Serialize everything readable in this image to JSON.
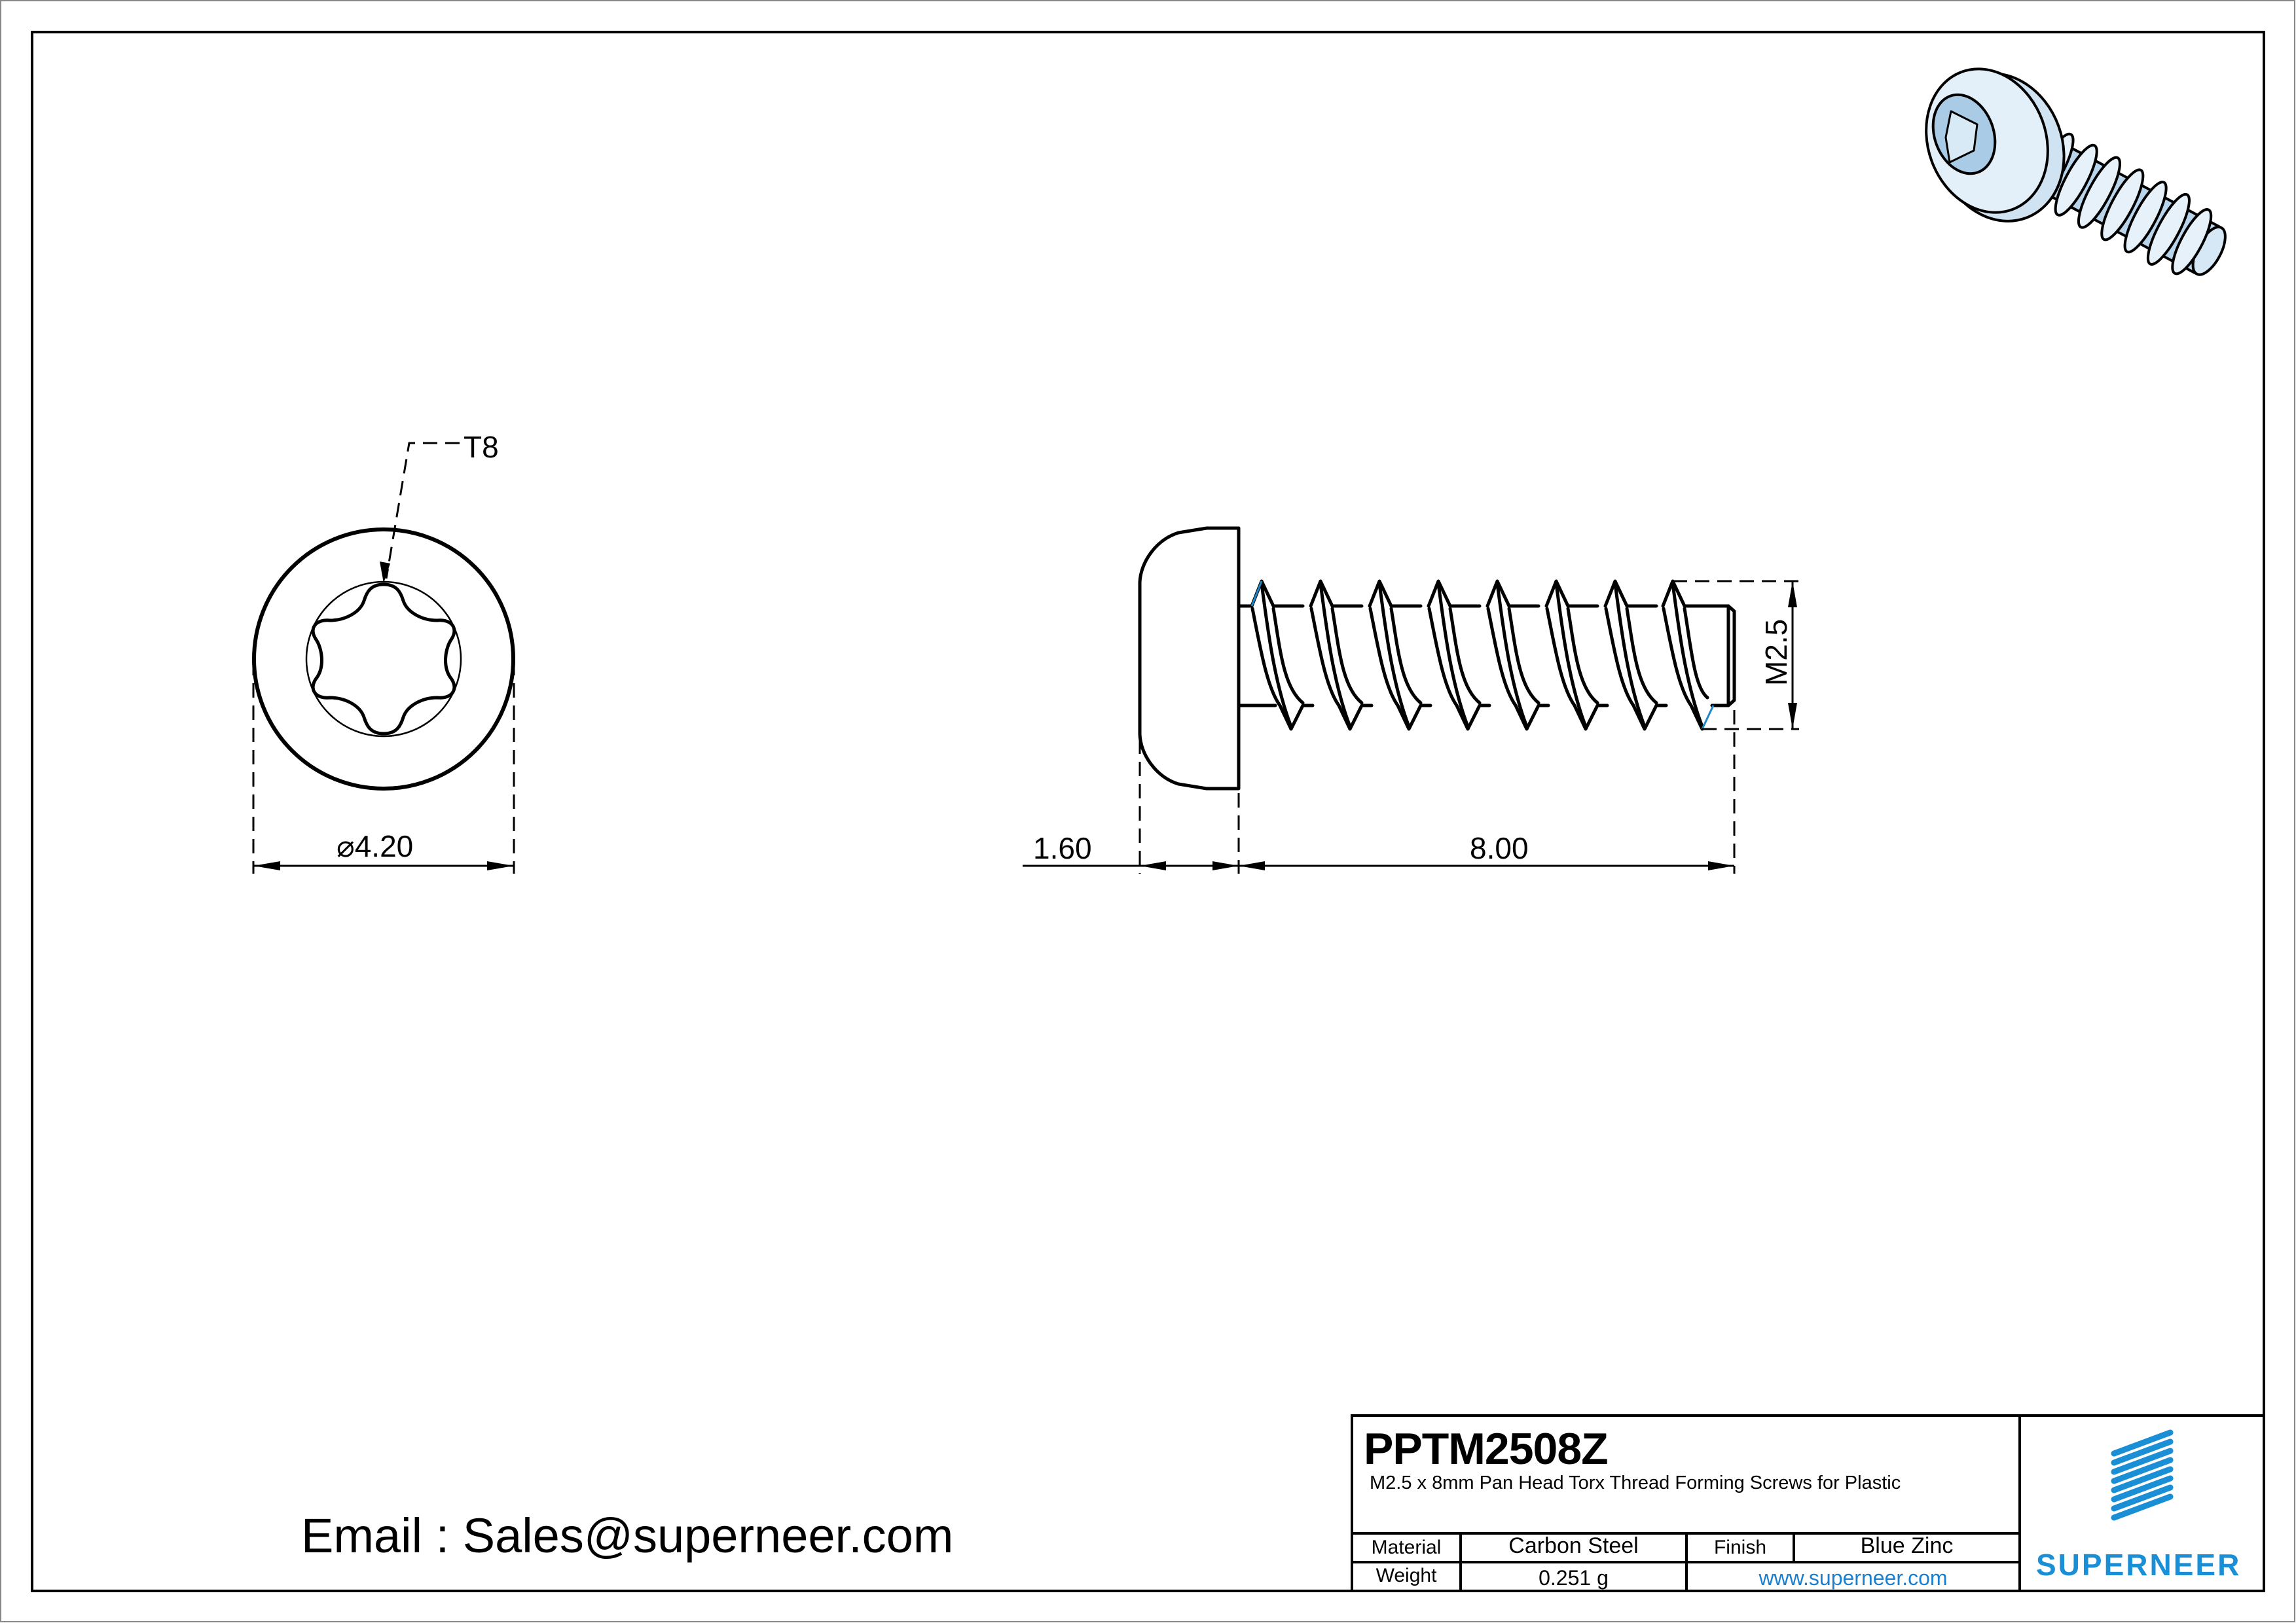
{
  "drawing": {
    "top_view": {
      "drive_callout": "T8",
      "diameter_label": "4.20",
      "diameter_symbol": "⌀"
    },
    "side_view": {
      "head_height_label": "1.60",
      "length_label": "8.00",
      "thread_label": "M2.5",
      "thread_count": 8
    },
    "render_3d": {
      "description": "isometric render of pan head torx thread forming screw",
      "fill_color": "#d6e8f5",
      "shade_color": "#9fc3e0"
    }
  },
  "contact": {
    "email_line": "Email : Sales@superneer.com"
  },
  "title_block": {
    "part_number": "PPTM2508Z",
    "description": "M2.5 x 8mm Pan Head Torx Thread Forming Screws for Plastic",
    "rows": [
      {
        "label_1": "Material",
        "value_1": "Carbon Steel",
        "label_2": "Finish",
        "value_2": "Blue Zinc"
      },
      {
        "label_1": "Weight",
        "value_1": "0.251 g",
        "website": "www.superneer.com"
      }
    ],
    "logo": {
      "brand": "SUPERNEER",
      "stripe_count": 8,
      "color": "#1a8fd6"
    }
  },
  "colors": {
    "line": "#000000",
    "brand_blue": "#1a8fd6",
    "link_blue": "#1a7fcf",
    "thread_accent": "#1e88c7"
  }
}
